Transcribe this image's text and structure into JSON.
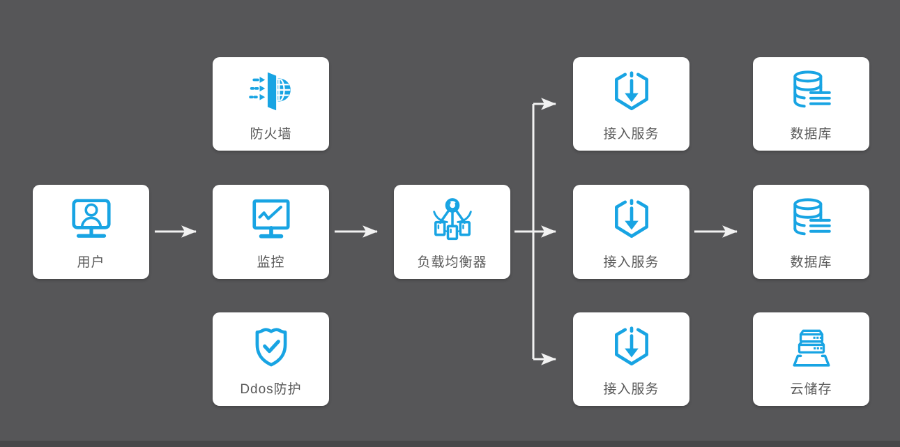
{
  "diagram": {
    "type": "architecture-flow",
    "background_color": "#565658",
    "footer_strip_color": "#474749",
    "card_color": "#ffffff",
    "icon_accent_color": "#18a4e3",
    "arrow_color": "#f2f2f2",
    "label_color": "#595959"
  },
  "nodes": [
    {
      "id": "user",
      "label": "用户",
      "icon": "monitor-user-icon"
    },
    {
      "id": "firewall",
      "label": "防火墙",
      "icon": "firewall-globe-icon"
    },
    {
      "id": "monitor",
      "label": "监控",
      "icon": "monitor-chart-icon"
    },
    {
      "id": "ddos",
      "label": "Ddos防护",
      "icon": "shield-check-icon"
    },
    {
      "id": "load-balancer",
      "label": "负载均衡器",
      "icon": "load-balancer-icon"
    },
    {
      "id": "access-1",
      "label": "接入服务",
      "icon": "download-hexagon-icon"
    },
    {
      "id": "access-2",
      "label": "接入服务",
      "icon": "download-hexagon-icon"
    },
    {
      "id": "access-3",
      "label": "接入服务",
      "icon": "download-hexagon-icon"
    },
    {
      "id": "database-1",
      "label": "数据库",
      "icon": "database-icon"
    },
    {
      "id": "database-2",
      "label": "数据库",
      "icon": "database-icon"
    },
    {
      "id": "cloud-storage",
      "label": "云储存",
      "icon": "server-stack-icon"
    }
  ],
  "edges": [
    {
      "from": "user",
      "to": "monitor"
    },
    {
      "from": "monitor",
      "to": "load-balancer"
    },
    {
      "from": "load-balancer",
      "to": "access-1"
    },
    {
      "from": "load-balancer",
      "to": "access-2"
    },
    {
      "from": "load-balancer",
      "to": "access-3"
    },
    {
      "from": "access-2",
      "to": "database-2"
    }
  ]
}
